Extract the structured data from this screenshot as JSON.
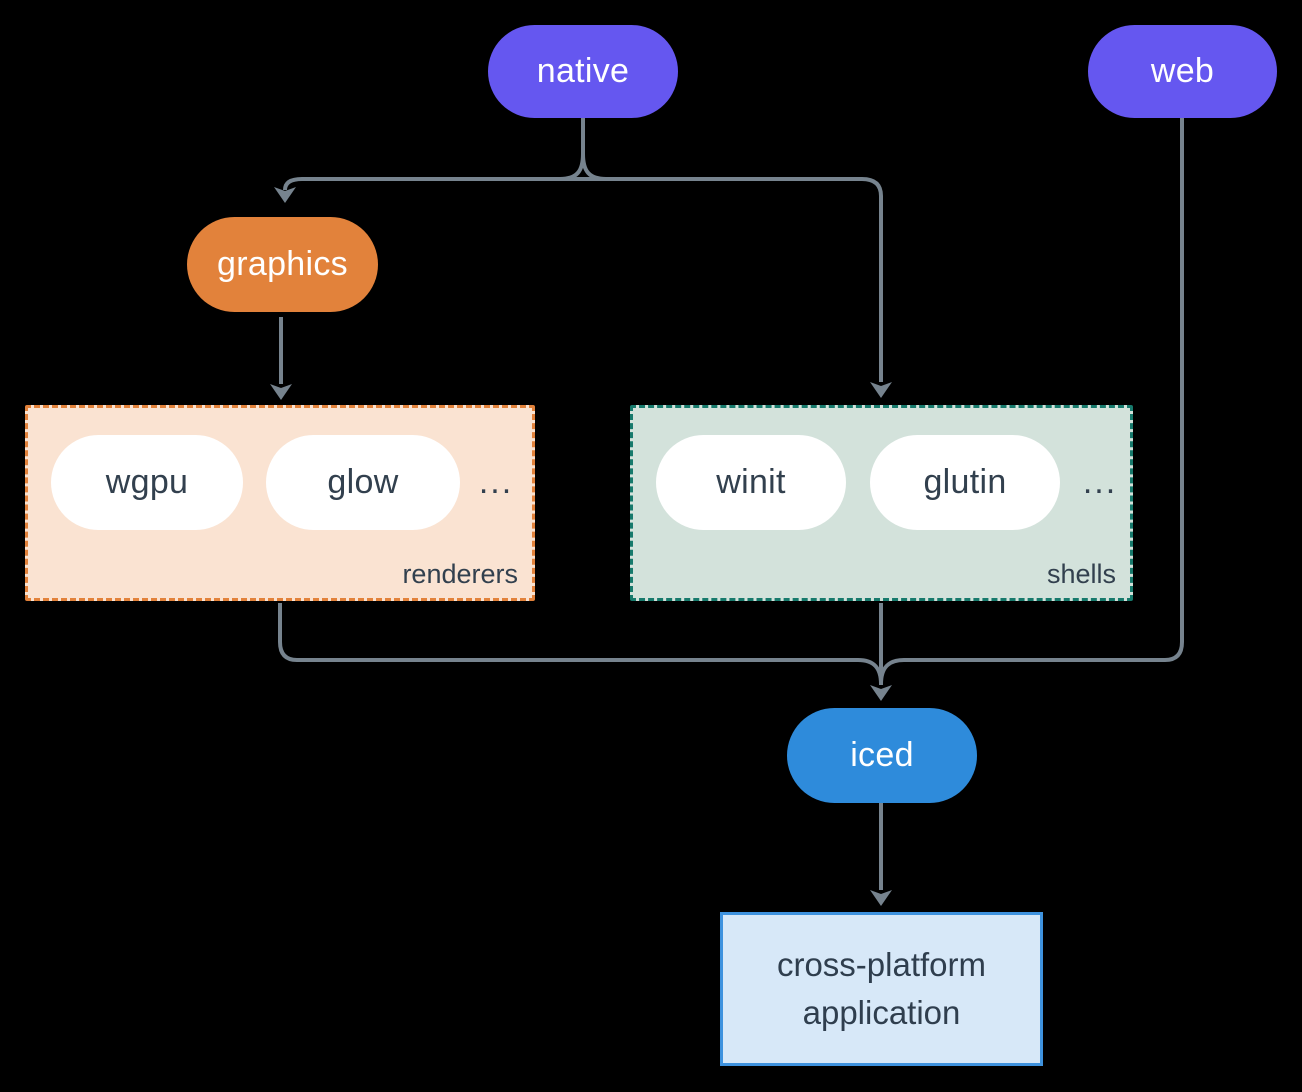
{
  "diagram": {
    "nodes": {
      "native": {
        "label": "native"
      },
      "web": {
        "label": "web"
      },
      "graphics": {
        "label": "graphics"
      },
      "iced": {
        "label": "iced"
      },
      "application": {
        "line1": "cross-platform",
        "line2": "application"
      }
    },
    "groups": {
      "renderers": {
        "label": "renderers",
        "items": [
          "wgpu",
          "glow"
        ],
        "more": "..."
      },
      "shells": {
        "label": "shells",
        "items": [
          "winit",
          "glutin"
        ],
        "more": "..."
      }
    },
    "colors": {
      "background": "#000000",
      "native_web_fill": "#6557F0",
      "graphics_fill": "#E2823B",
      "iced_fill": "#2E8BDB",
      "renderers_bg": "#FAE3D2",
      "renderers_border": "#E2823B",
      "shells_bg": "#D3E2DB",
      "shells_border": "#177A6C",
      "app_bg": "#D7E8F8",
      "app_border": "#3E92DE",
      "inner_pill_bg": "#FFFFFF",
      "dark_text": "#32404E",
      "connector": "#76838E"
    }
  }
}
